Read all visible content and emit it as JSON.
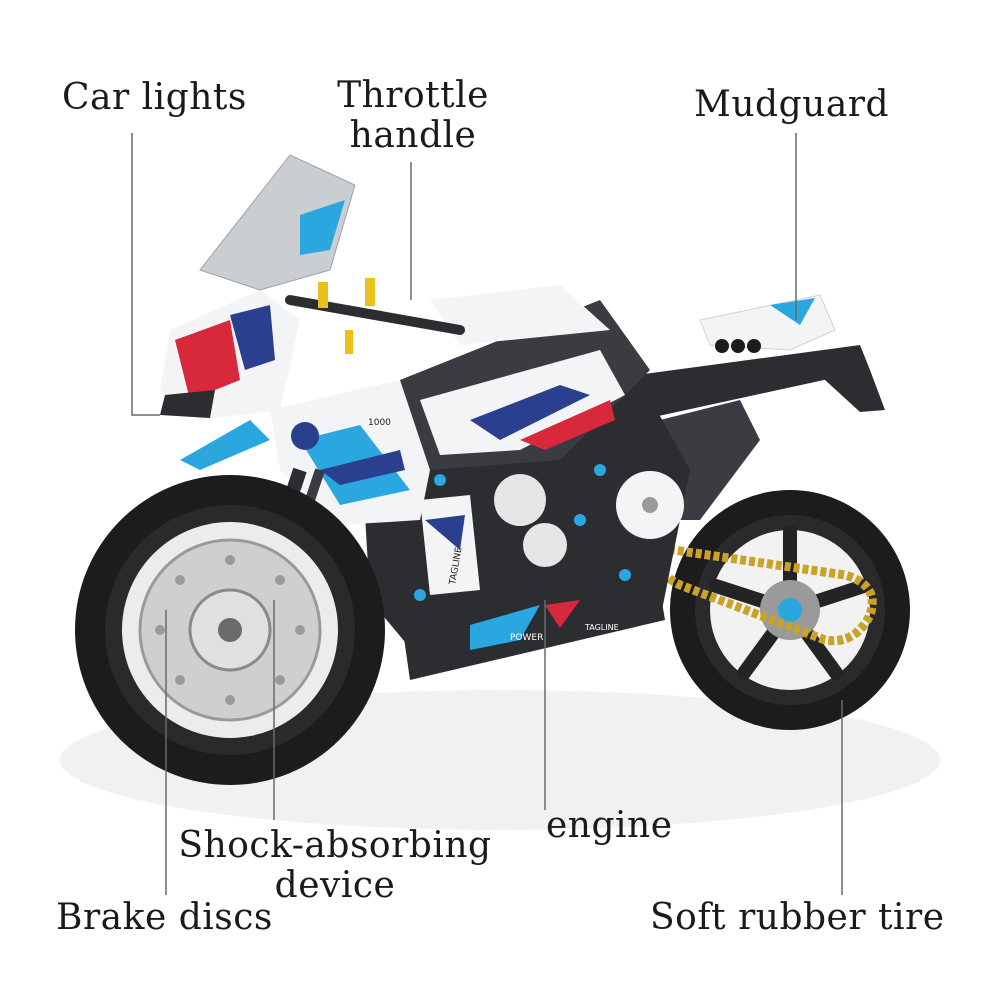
{
  "labels": {
    "car_lights": "Car lights",
    "throttle_handle_line1": "Throttle",
    "throttle_handle_line2": "handle",
    "mudguard": "Mudguard",
    "shock_absorbing_line1": "Shock-absorbing",
    "shock_absorbing_line2": "device",
    "engine": "engine",
    "brake_discs": "Brake discs",
    "soft_rubber_tire": "Soft rubber tire"
  },
  "decal": {
    "number": "1000",
    "brand": "TAGLINE",
    "power": "POWER"
  },
  "colors": {
    "text": "#1a1a1a",
    "leader_line": "#6a6a6a",
    "body_white": "#f3f4f6",
    "accent_blue": "#2aa7de",
    "accent_navy": "#2b3f8f",
    "accent_red": "#d8283c",
    "frame_dark": "#2b2d31",
    "tire": "#1c1c1e",
    "chain_gold": "#c9a227"
  }
}
